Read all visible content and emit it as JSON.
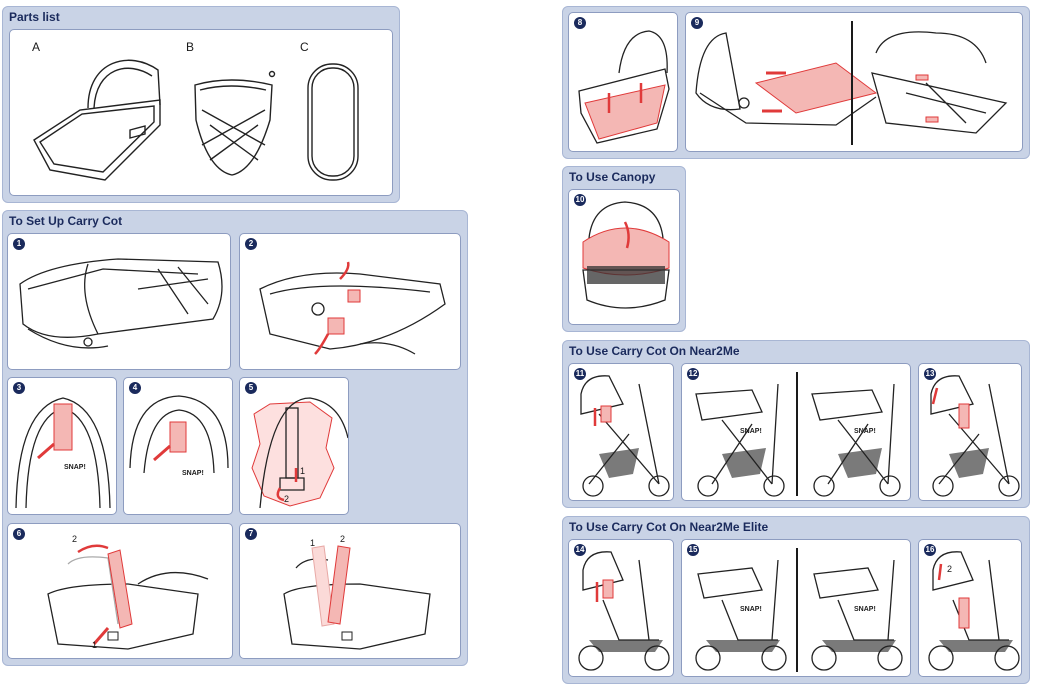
{
  "colors": {
    "panel_bg": "#c9d3e6",
    "title": "#1a2a5c",
    "accent_red": "#e03a3a",
    "accent_pink": "#f4b7b4"
  },
  "parts_list": {
    "title": "Parts list",
    "labels": [
      "A",
      "B",
      "C"
    ]
  },
  "setup": {
    "title": "To Set Up Carry Cot",
    "steps": [
      "1",
      "2",
      "3",
      "4",
      "5",
      "6",
      "7"
    ],
    "snap": "SNAP!",
    "sub_numbers": {
      "s5": [
        "1",
        "2"
      ],
      "s6": [
        "2",
        "1"
      ],
      "s7": [
        "1",
        "2"
      ]
    }
  },
  "right_top": {
    "steps": [
      "8",
      "9"
    ]
  },
  "canopy": {
    "title": "To Use Canopy",
    "step": "10"
  },
  "near2me": {
    "title": "To Use Carry Cot On Near2Me",
    "steps": [
      "11",
      "12",
      "13"
    ],
    "snap": "SNAP!"
  },
  "elite": {
    "title": "To Use Carry Cot On Near2Me Elite",
    "steps": [
      "14",
      "15",
      "16"
    ],
    "snap": "SNAP!",
    "sub_number": "2"
  }
}
